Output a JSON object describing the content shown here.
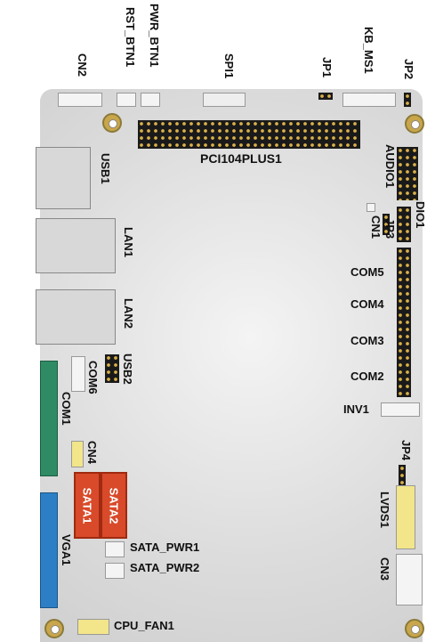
{
  "labels": {
    "cn2": "CN2",
    "rst_btn1": "RST_BTN1",
    "pwr_btn1": "PWR_BTN1",
    "spi1": "SPI1",
    "jp1": "JP1",
    "kb_ms1": "KB_MS1",
    "jp2": "JP2",
    "pci104plus1": "PCI104PLUS1",
    "usb1": "USB1",
    "audio1": "AUDIO1",
    "dio1": "DIO1",
    "cn1": "CN1",
    "jp3": "JP3",
    "lan1": "LAN1",
    "com5": "COM5",
    "lan2": "LAN2",
    "com4": "COM4",
    "com3": "COM3",
    "usb2": "USB2",
    "com6": "COM6",
    "com2": "COM2",
    "inv1": "INV1",
    "com1": "COM1",
    "cn4": "CN4",
    "jp4": "JP4",
    "sata1": "SATA1",
    "sata2": "SATA2",
    "lvds1": "LVDS1",
    "vga1": "VGA1",
    "sata_pwr1": "SATA_PWR1",
    "sata_pwr2": "SATA_PWR2",
    "cn3": "CN3",
    "cpu_fan1": "CPU_FAN1"
  }
}
